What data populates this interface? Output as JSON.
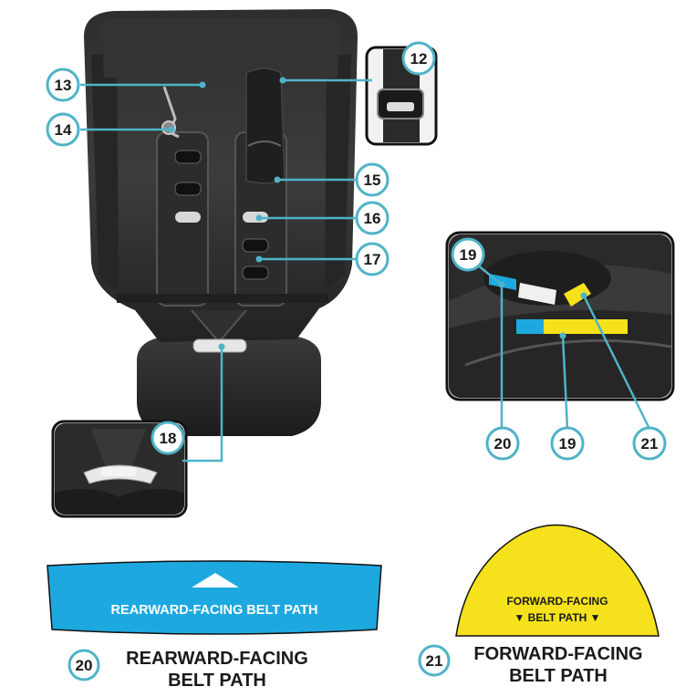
{
  "callouts": {
    "c12": "12",
    "c13": "13",
    "c14": "14",
    "c15": "15",
    "c16": "16",
    "c17": "17",
    "c18": "18",
    "c19a": "19",
    "c19b": "19",
    "c20": "20",
    "c21": "21"
  },
  "rearward_label": {
    "text": "REARWARD-FACING BELT PATH",
    "color": "#1ea8e0"
  },
  "forward_label": {
    "line1": "FORWARD-FACING",
    "line2": "▼ BELT PATH ▼",
    "color": "#f5e21c"
  },
  "captions": {
    "rear_num": "20",
    "rear_line1": "REARWARD-FACING",
    "rear_line2": "BELT PATH",
    "fwd_num": "21",
    "fwd_line1": "FORWARD-FACING",
    "fwd_line2": "BELT PATH"
  },
  "colors": {
    "leader": "#4fb3c8",
    "callout_border": "#4fb3c8"
  }
}
